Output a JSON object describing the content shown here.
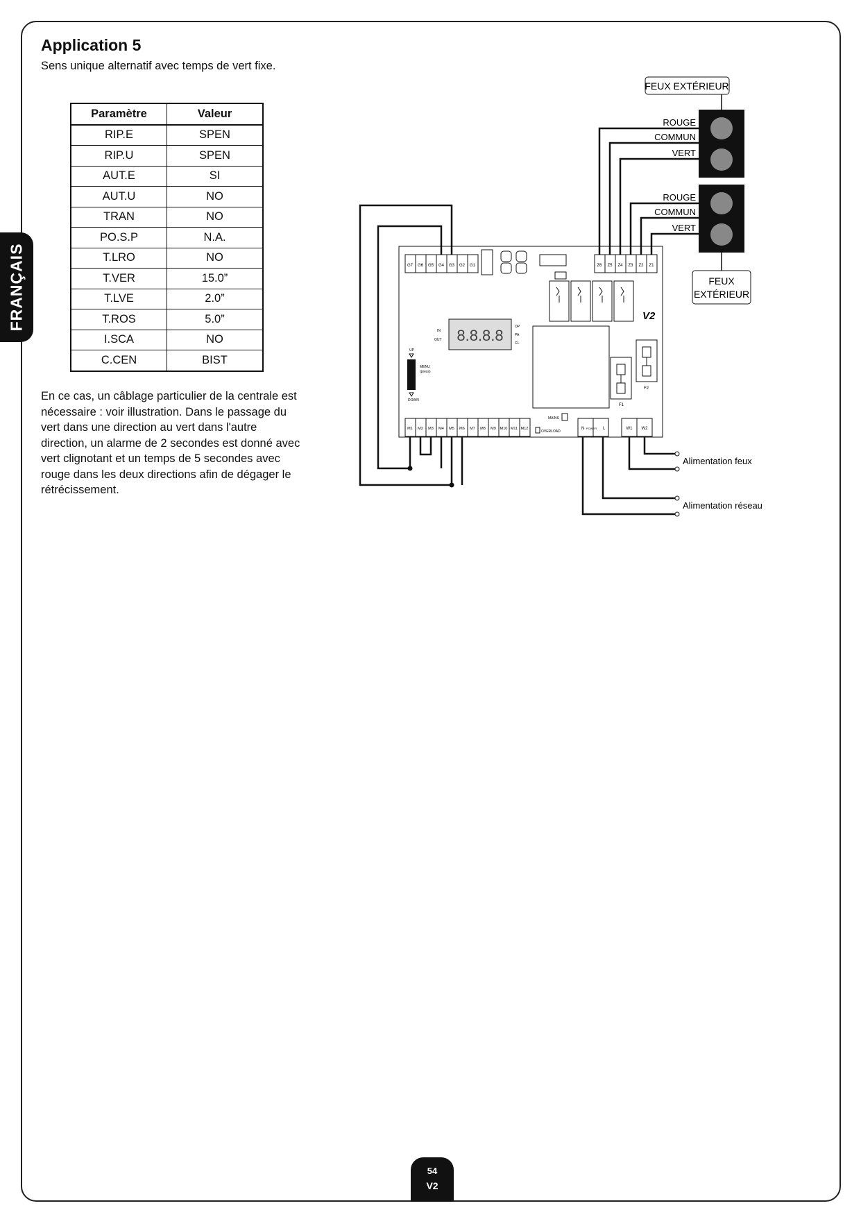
{
  "sidebar": {
    "language": "FRANÇAIS"
  },
  "section": {
    "title": "Application 5",
    "intro": "Sens unique alternatif avec temps de vert fixe."
  },
  "table": {
    "headers": [
      "Paramètre",
      "Valeur"
    ],
    "rows": [
      [
        "RIP.E",
        "SPEN"
      ],
      [
        "RIP.U",
        "SPEN"
      ],
      [
        "AUT.E",
        "SI"
      ],
      [
        "AUT.U",
        "NO"
      ],
      [
        "TRAN",
        "NO"
      ],
      [
        "PO.S.P",
        "N.A."
      ],
      [
        "T.LRO",
        "NO"
      ],
      [
        "T.VER",
        "15.0”"
      ],
      [
        "T.LVE",
        "2.0”"
      ],
      [
        "T.ROS",
        "5.0”"
      ],
      [
        "I.SCA",
        "NO"
      ],
      [
        "C.CEN",
        "BIST"
      ]
    ]
  },
  "description": "En ce cas, un câblage particulier de la centrale est nécessaire : voir illustration. Dans le passage du vert dans une direction au vert dans l'autre direction, un alarme de 2 secondes est donné avec vert clignotant et un temps de 5 secondes avec rouge dans les deux directions afin de dégager le rétrécissement.",
  "diagram": {
    "feux_top": "FEUX EXTÉRIEUR",
    "feux_bottom_1": "FEUX",
    "feux_bottom_2": "EXTÉRIEUR",
    "light_labels": [
      "ROUGE",
      "COMMUN",
      "VERT"
    ],
    "z_terminals": [
      "Z6",
      "Z5",
      "Z4",
      "Z3",
      "Z2",
      "Z1"
    ],
    "g_terminals": [
      "G7",
      "G6",
      "G5",
      "G4",
      "G3",
      "G2",
      "G1"
    ],
    "m_terminals": [
      "M1",
      "M2",
      "M3",
      "M4",
      "M5",
      "M6",
      "M7",
      "M8",
      "M9",
      "M10",
      "M11",
      "M12"
    ],
    "power_terminals": [
      "N",
      "L"
    ],
    "power_label": "POWER",
    "w_terminals": [
      "W1",
      "W2"
    ],
    "display": "8.8.8.8",
    "display_left": [
      "IN",
      "OUT"
    ],
    "display_right": [
      "OP",
      "PA",
      "CL"
    ],
    "menu_up": "UP",
    "menu_label": "MENU",
    "menu_sub": "(press)",
    "menu_down": "DOWN",
    "fuse_labels": [
      "F1",
      "F2"
    ],
    "mains_label": "MAINS",
    "overload_label": "OVERLOAD",
    "brand": "V2",
    "alim_feux": "Alimentation feux",
    "alim_reseau": "Alimentation réseau"
  },
  "footer": {
    "page_number": "54",
    "logo": "V2"
  }
}
